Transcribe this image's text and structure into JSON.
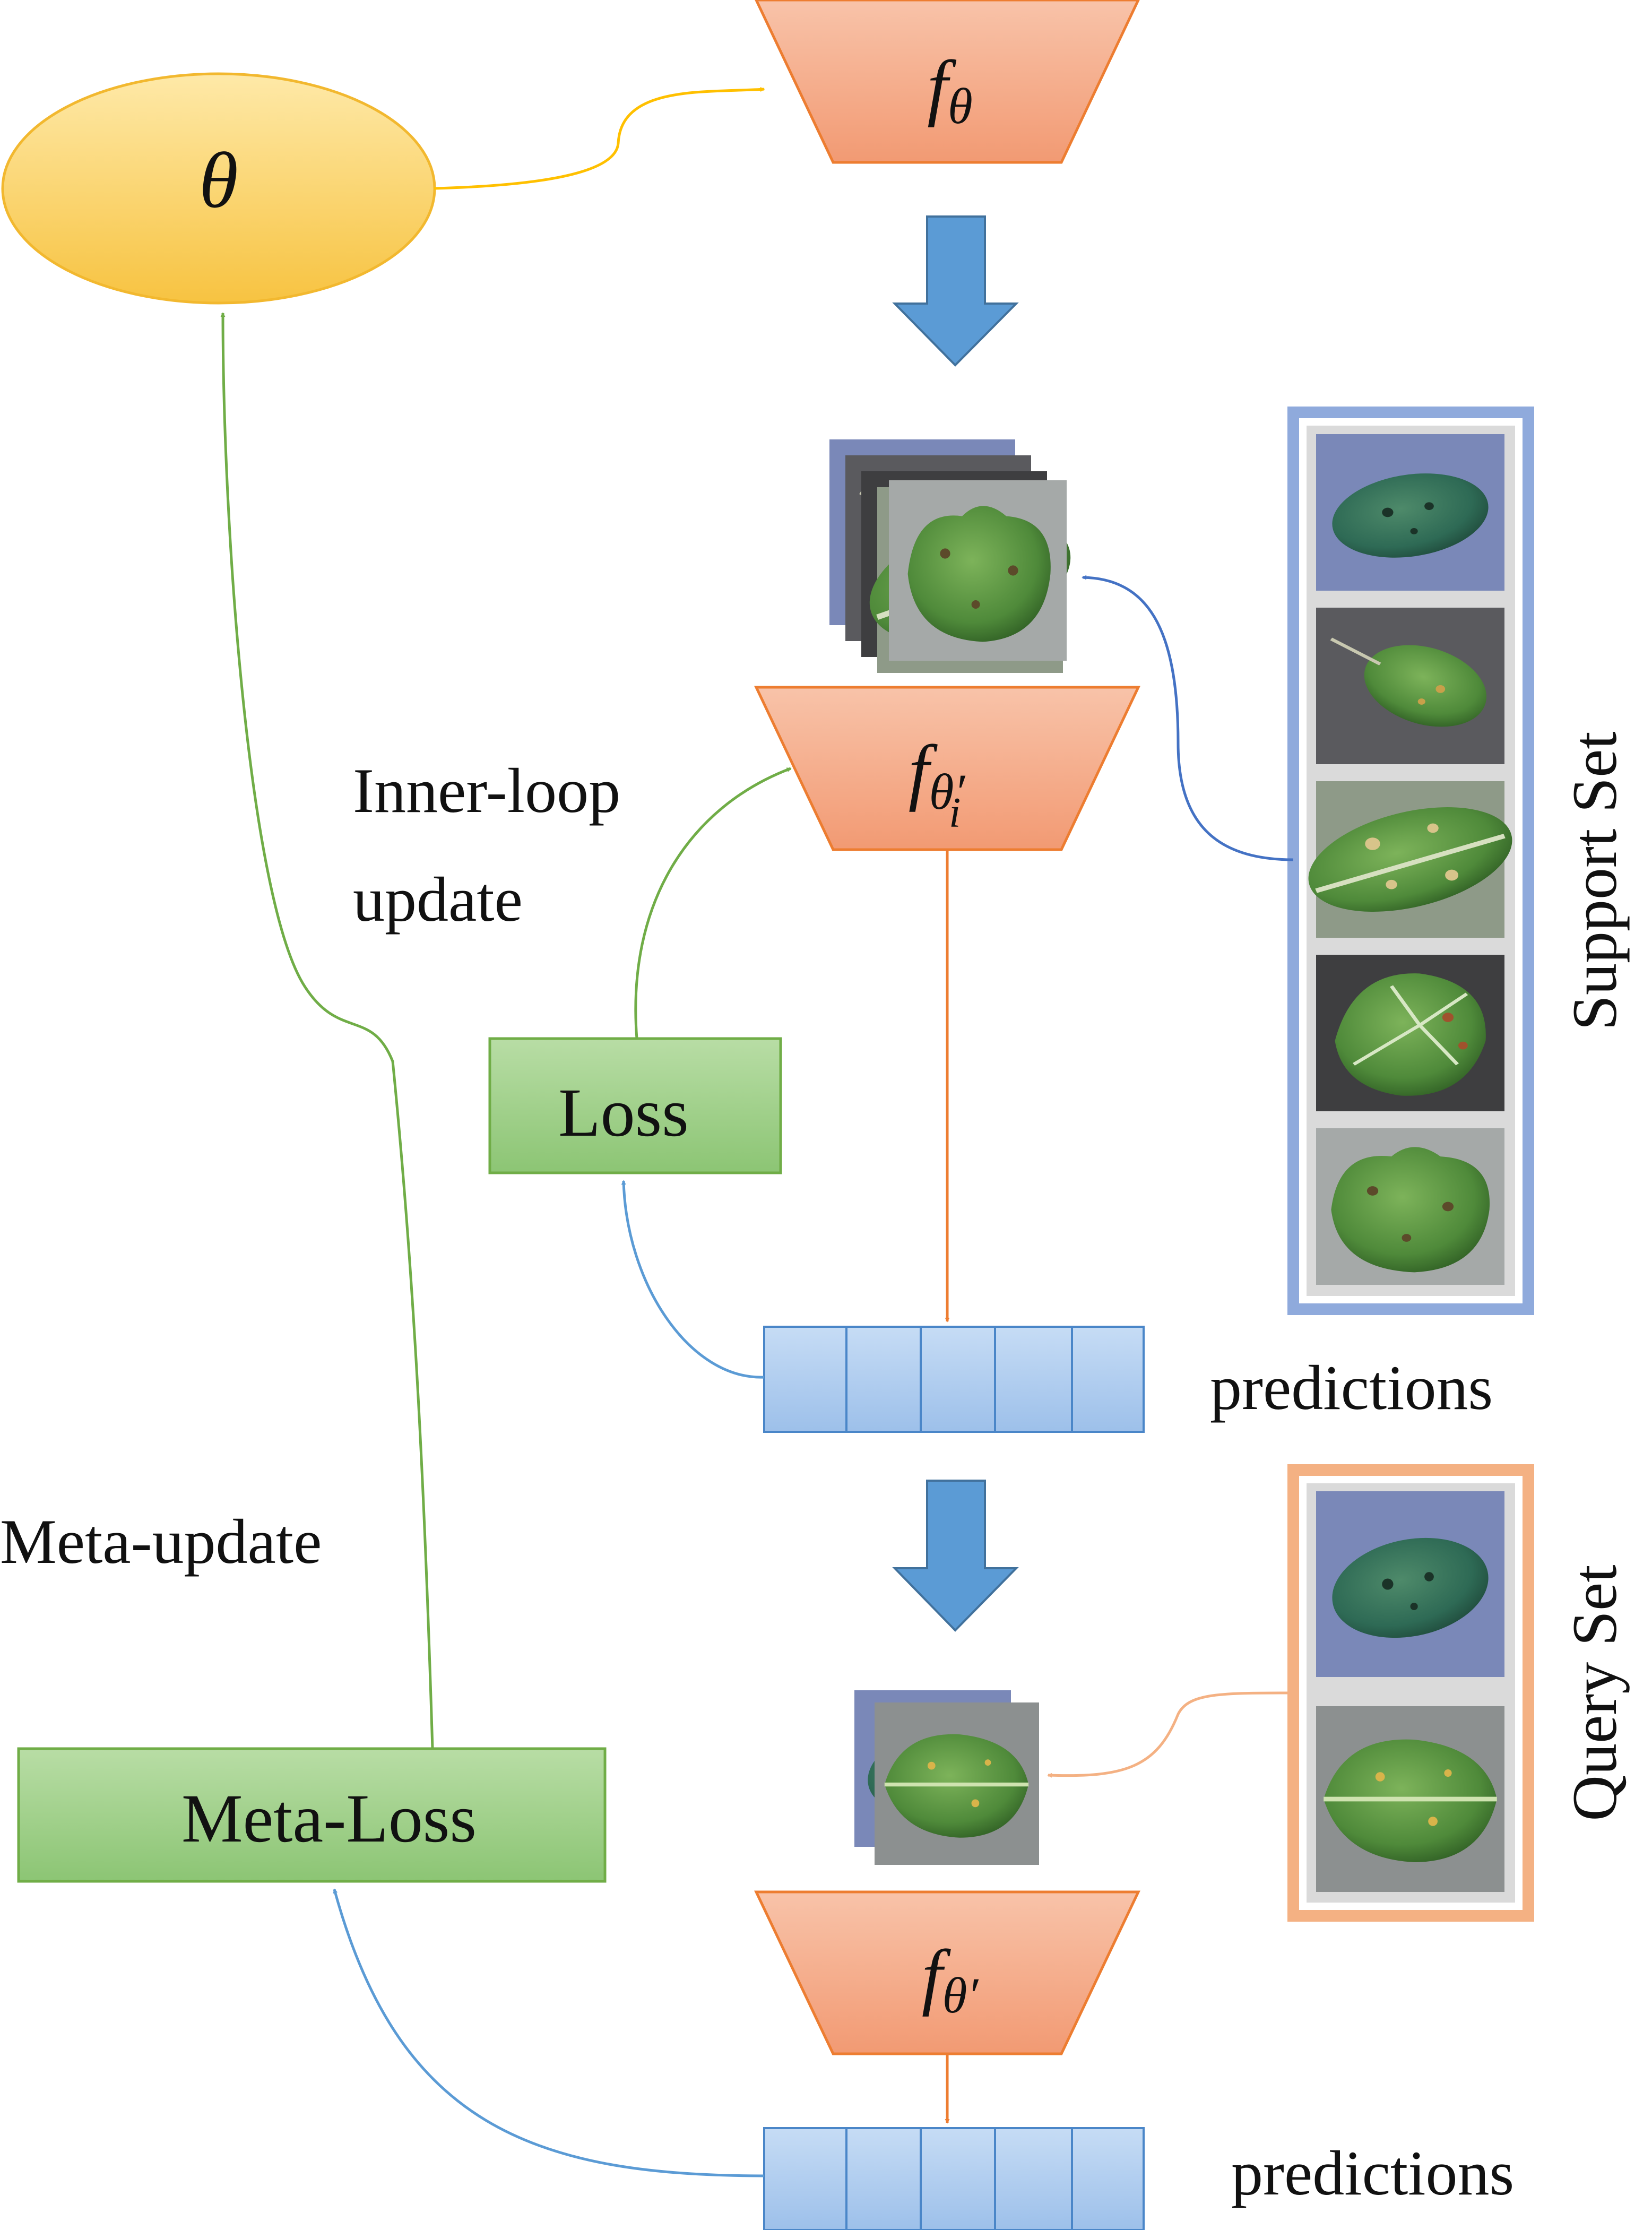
{
  "theta_node": {
    "symbol": "θ",
    "color": "#FBCB55"
  },
  "models": {
    "base": {
      "func": "f",
      "sub": "θ"
    },
    "adapted_task": {
      "func": "f",
      "sub": "θ",
      "sub_prime": "′",
      "sub_index": "i"
    },
    "adapted": {
      "func": "f",
      "sub": "θ′"
    }
  },
  "labels": {
    "inner_loop_line1": "Inner-loop",
    "inner_loop_line2": "update",
    "meta_update": "Meta-update",
    "loss": "Loss",
    "meta_loss": "Meta-Loss",
    "predictions_1": "predictions",
    "predictions_2": "predictions",
    "support_set": "Support Set",
    "query_set": "Query Set"
  },
  "prediction_bars": {
    "cell_count": 5
  },
  "colors": {
    "model_fill": "#F4A583",
    "loss_fill": "#9ACD84",
    "prediction_fill": "#A9C8EE",
    "support_border": "#8FAADC",
    "query_border": "#F4B183",
    "down_arrow": "#5B9BD5",
    "arrow_yellow": "#FFC000",
    "arrow_green": "#70AD47",
    "arrow_blue": "#4472C4",
    "arrow_orange": "#ED7D31",
    "arrow_peach": "#F4B183",
    "arrow_lightblue": "#5B9BD5"
  },
  "support_set_images": [
    "leaf-1",
    "leaf-2",
    "leaf-3",
    "leaf-4",
    "leaf-5"
  ],
  "query_set_images": [
    "leaf-query-1",
    "leaf-query-2"
  ]
}
